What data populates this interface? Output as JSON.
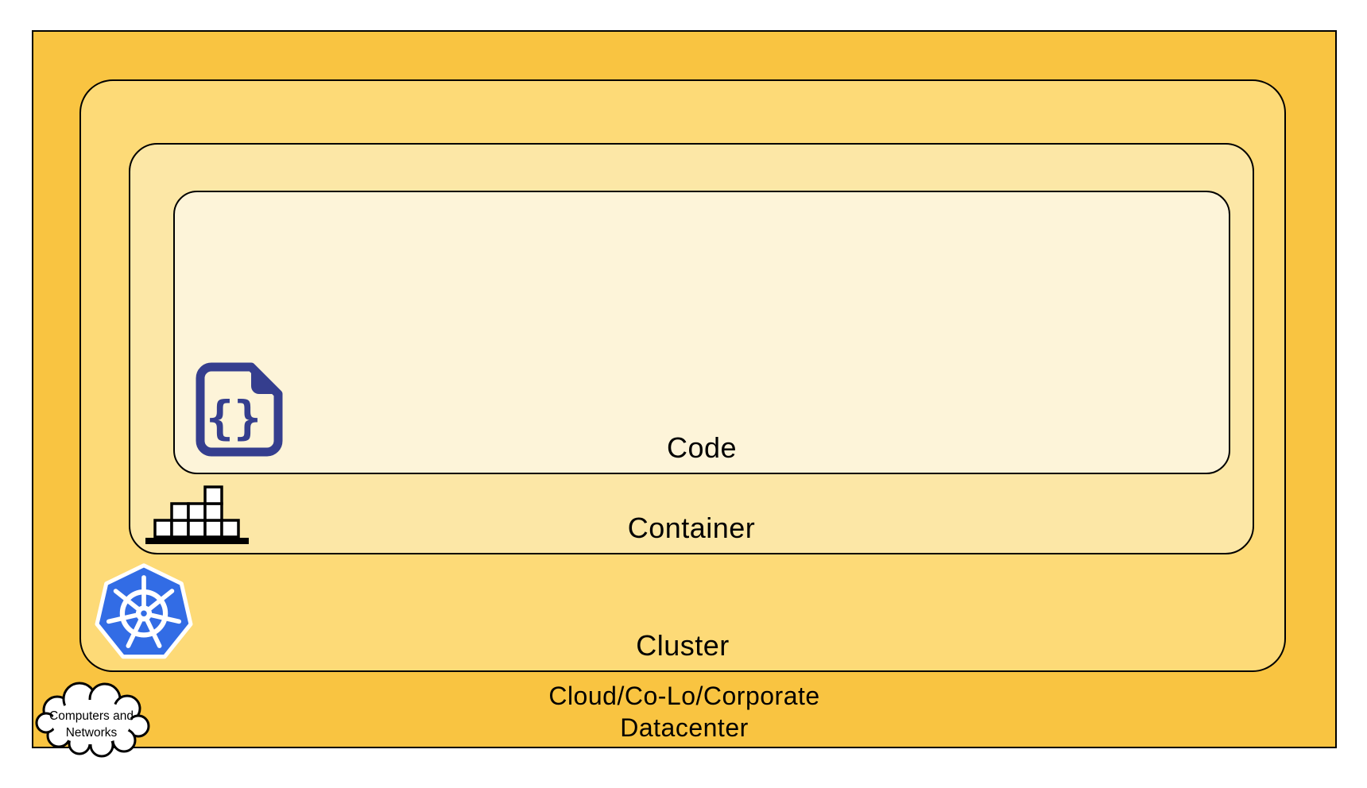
{
  "diagram": {
    "layers": {
      "code": {
        "label": "Code",
        "fill": "#FDF4D9"
      },
      "container": {
        "label": "Container",
        "fill": "#FCE7A6"
      },
      "cluster": {
        "label": "Cluster",
        "fill": "#FDDA77"
      },
      "datacenter": {
        "label_line1": "Cloud/Co-Lo/Corporate",
        "label_line2": "Datacenter",
        "fill": "#F9C441"
      }
    },
    "cloud_callout": {
      "line1": "Computers and",
      "line2": "Networks"
    },
    "icons": {
      "code_icon": "code-file-icon",
      "container_icon": "container-blocks-icon",
      "cluster_icon": "kubernetes-icon",
      "datacenter_icon": "cloud-icon",
      "braces_glyph": "{}"
    },
    "colors": {
      "border": "#000000",
      "code_icon_blue": "#353E8E",
      "kubernetes_blue": "#326CE5",
      "block_white": "#FFFFFF"
    }
  }
}
